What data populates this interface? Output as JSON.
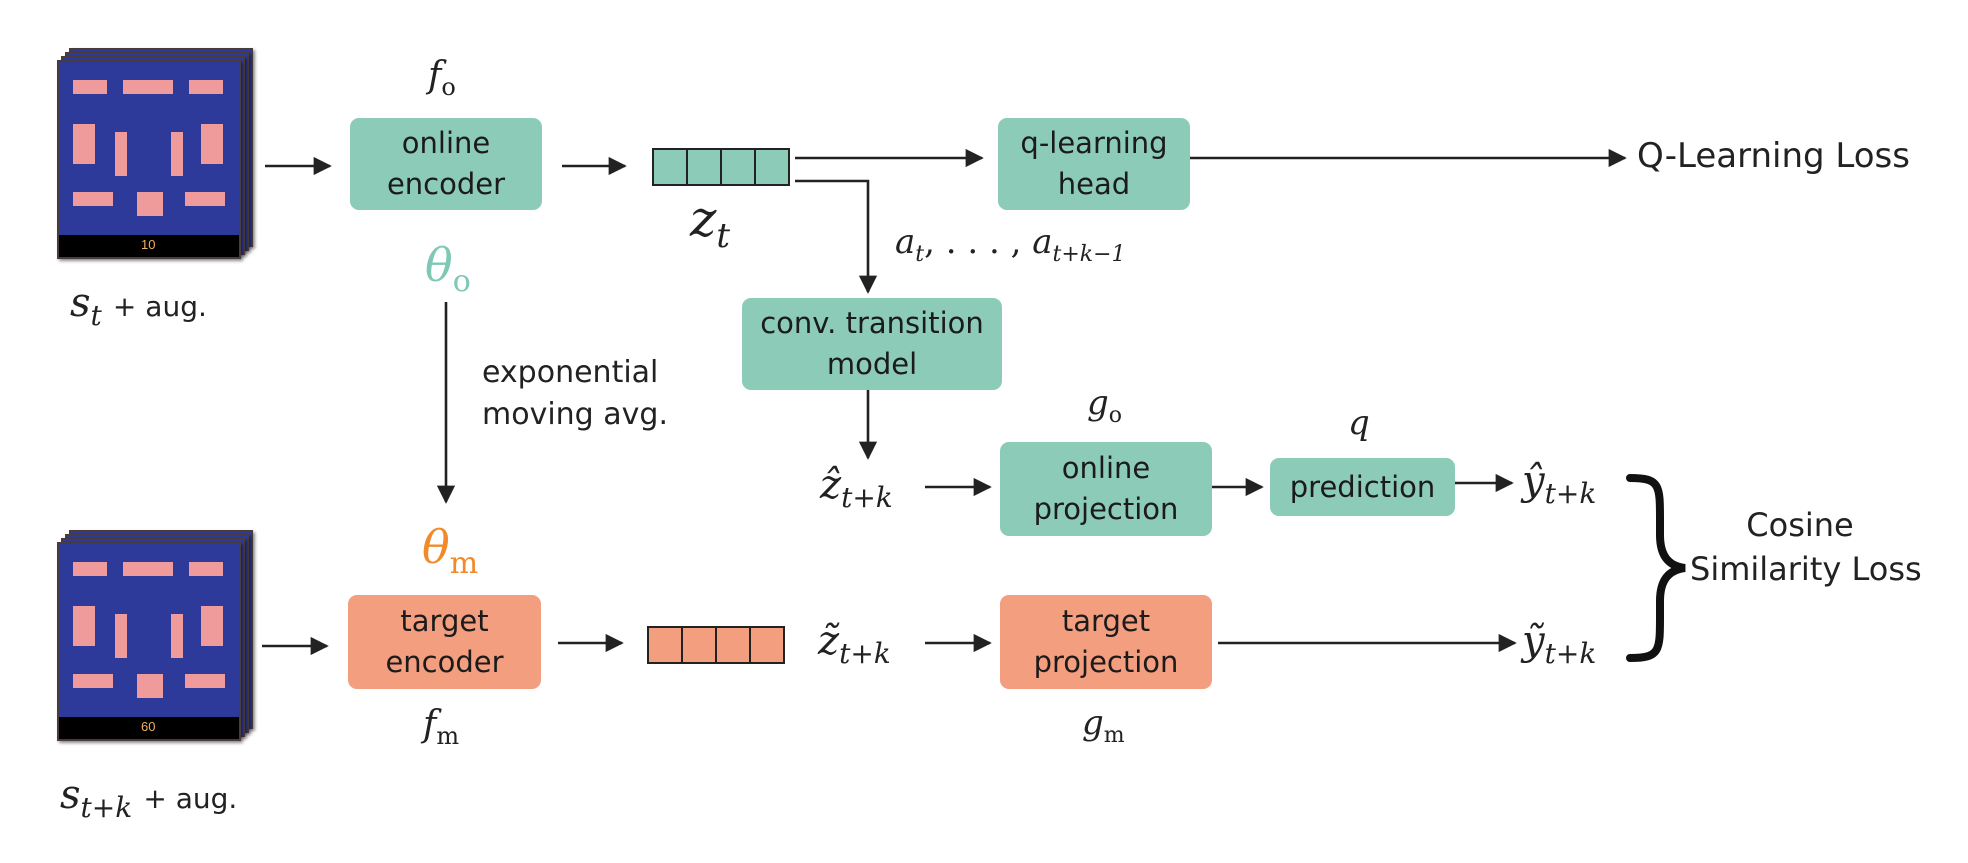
{
  "colors": {
    "online": "#8ccbb8",
    "target": "#f39e7f",
    "theta_o": "#7ec8b5",
    "theta_m": "#f08a2a",
    "arrow": "#222222"
  },
  "icons": {
    "state_frames": "pacman-game-frames-icon",
    "next_state_frames": "pacman-game-frames-icon"
  },
  "inputs": {
    "state": {
      "symbol": "s",
      "subscript": "t",
      "suffix": "+ aug."
    },
    "next_state": {
      "symbol": "s",
      "subscript": "t+k",
      "suffix": "+ aug."
    },
    "state_score": "10",
    "next_state_score": "60"
  },
  "nodes": {
    "online_encoder": {
      "lines": [
        "online",
        "encoder"
      ],
      "fn_symbol": "f",
      "fn_sub": "o"
    },
    "target_encoder": {
      "lines": [
        "target",
        "encoder"
      ],
      "fn_symbol": "f",
      "fn_sub": "m"
    },
    "q_head": {
      "lines": [
        "q-learning",
        "head"
      ]
    },
    "transition": {
      "lines": [
        "conv. transition",
        "model"
      ]
    },
    "online_projection": {
      "lines": [
        "online",
        "projection"
      ],
      "fn_symbol": "g",
      "fn_sub": "o"
    },
    "prediction": {
      "lines": [
        "prediction"
      ],
      "fn_symbol": "q"
    },
    "target_projection": {
      "lines": [
        "target",
        "projection"
      ],
      "fn_symbol": "g",
      "fn_sub": "m"
    }
  },
  "params": {
    "theta_o": {
      "symbol": "θ",
      "sub": "o"
    },
    "theta_m": {
      "symbol": "θ",
      "sub": "m"
    },
    "ema_lines": [
      "exponential",
      "moving avg."
    ]
  },
  "latents": {
    "z_t": {
      "symbol": "z",
      "sub": "t"
    },
    "actions": {
      "a1": "a",
      "a1_sub": "t",
      "sep": ", . . . , ",
      "a2": "a",
      "a2_sub": "t+k−1"
    },
    "z_hat": {
      "symbol": "ẑ",
      "sub": "t+k"
    },
    "z_tilde": {
      "symbol": "z̃",
      "sub": "t+k"
    },
    "y_hat": {
      "symbol": "ŷ",
      "sub": "t+k"
    },
    "y_tilde": {
      "symbol": "ỹ",
      "sub": "t+k"
    }
  },
  "losses": {
    "q_loss": "Q-Learning Loss",
    "cosine_lines": [
      "Cosine",
      "Similarity Loss"
    ]
  }
}
